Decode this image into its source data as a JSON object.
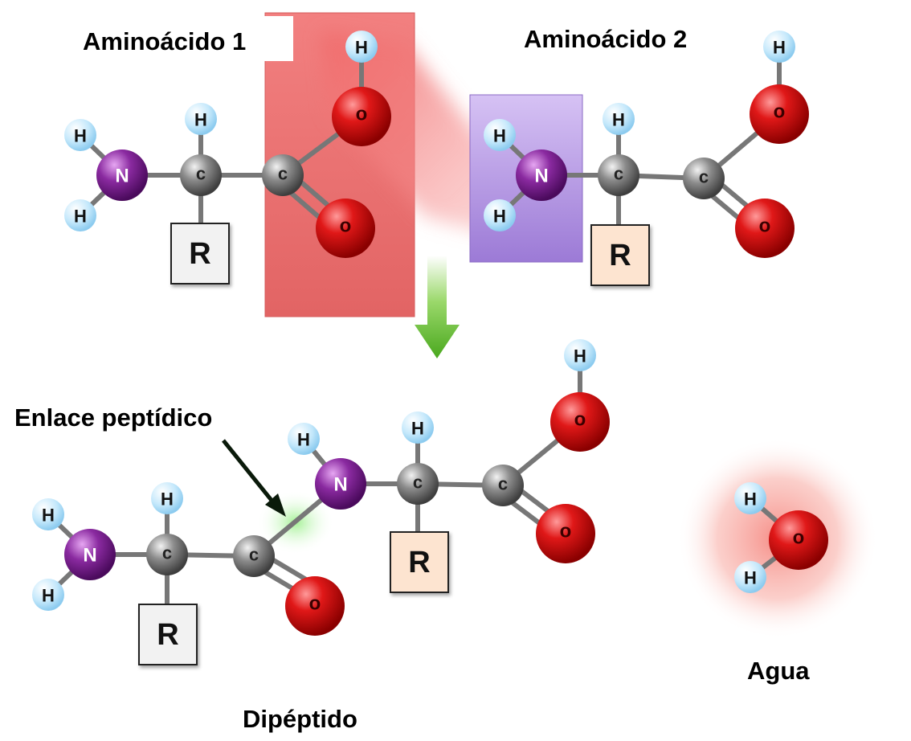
{
  "labels": {
    "amino1": "Aminoácido 1",
    "amino2": "Aminoácido 2",
    "peptide_bond": "Enlace peptídico",
    "dipeptide": "Dipéptido",
    "water": "Agua"
  },
  "atoms": {
    "hydrogen": "H",
    "nitrogen": "N",
    "carbon": "c",
    "oxygen": "o",
    "r_group": "R"
  },
  "colors": {
    "hydrogen": "#bfe6fb",
    "nitrogen": "#7a1f8f",
    "carbon": "#8a8a8a",
    "oxygen": "#d41010",
    "bond": "#777777",
    "highlight_red": "#f07070",
    "highlight_purple": "#b08ee0",
    "arrow_green": "#5cb82a",
    "bond_glow": "#a8f0a0",
    "r_box_light": "#f2f2f2",
    "r_box_peach": "#fde4d0"
  }
}
